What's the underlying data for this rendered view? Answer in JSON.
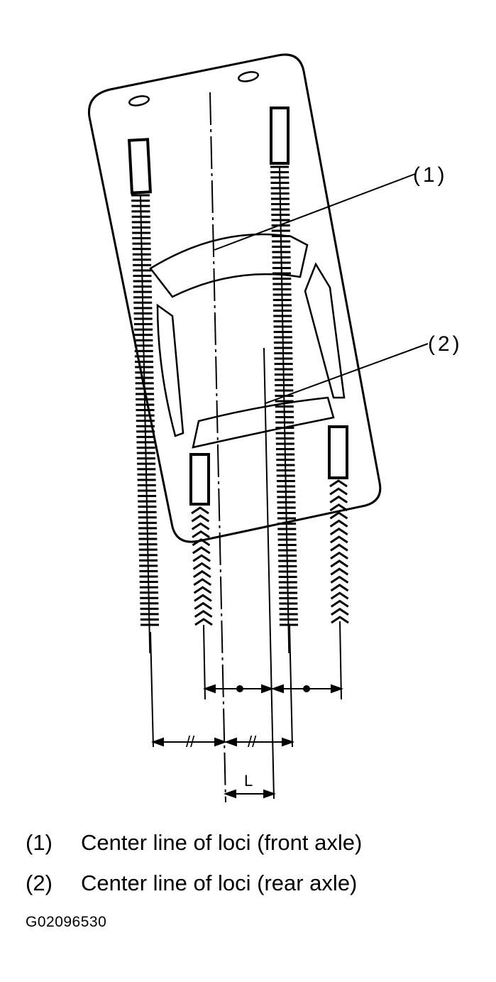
{
  "callouts": {
    "c1": "(1)",
    "c2": "(2)"
  },
  "dimension_labels": {
    "equal_front": "//",
    "equal_front_2": "//",
    "offset": "L"
  },
  "legend": [
    {
      "number": "(1)",
      "text": "Center line of loci (front axle)"
    },
    {
      "number": "(2)",
      "text": "Center line of loci (rear axle)"
    }
  ],
  "figure_code": "G02096530",
  "colors": {
    "ink": "#000000",
    "paper": "#ffffff"
  }
}
